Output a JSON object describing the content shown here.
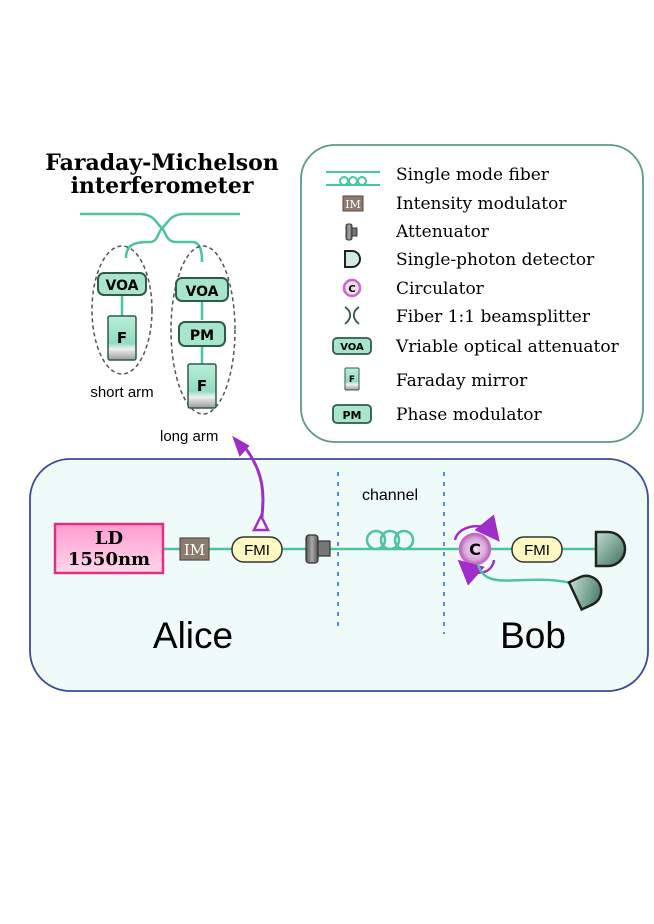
{
  "fmi_title": [
    "Faraday-Michelson",
    "interferometer"
  ],
  "fmi_labels": {
    "voa": "VOA",
    "pm": "PM",
    "faraday": "F",
    "short_arm": "short arm",
    "long_arm": "long arm"
  },
  "legend": {
    "items": [
      {
        "icon": "fiber-coil-icon",
        "label": "Single mode fiber"
      },
      {
        "icon": "intensity-modulator-icon",
        "label": "Intensity modulator",
        "icon_text": "IM"
      },
      {
        "icon": "attenuator-icon",
        "label": "Attenuator"
      },
      {
        "icon": "detector-icon",
        "label": "Single-photon detector"
      },
      {
        "icon": "circulator-icon",
        "label": "Circulator",
        "icon_text": "C"
      },
      {
        "icon": "beamsplitter-icon",
        "label": "Fiber 1:1 beamsplitter"
      },
      {
        "icon": "voa-icon",
        "label": "Vriable optical attenuator",
        "icon_text": "VOA"
      },
      {
        "icon": "faraday-mirror-icon",
        "label": "Faraday mirror",
        "icon_text": "F"
      },
      {
        "icon": "phase-modulator-icon",
        "label": "Phase modulator",
        "icon_text": "PM"
      }
    ]
  },
  "setup": {
    "laser_line1": "LD",
    "laser_line2": "1550nm",
    "im": "IM",
    "fmi": "FMI",
    "circulator": "C",
    "channel": "channel",
    "alice": "Alice",
    "bob": "Bob"
  },
  "colors": {
    "fiber": "#4cc4a0",
    "component_fill": "#a8e6cc",
    "component_stroke": "#2f5a4c",
    "legend_border": "#5c9a84",
    "panel_fill": "#effbf8",
    "panel_border": "#3d4a9a",
    "laser_fill": "#ffbde0",
    "laser_stroke": "#e0307e",
    "im_fill": "#8d7b70",
    "fmi_fill": "#fff8c0",
    "circulator": "#cc66cc",
    "arrow": "#a02ccc",
    "channel_dash": "#4d8ff0",
    "dashed_oval": "#555555"
  }
}
